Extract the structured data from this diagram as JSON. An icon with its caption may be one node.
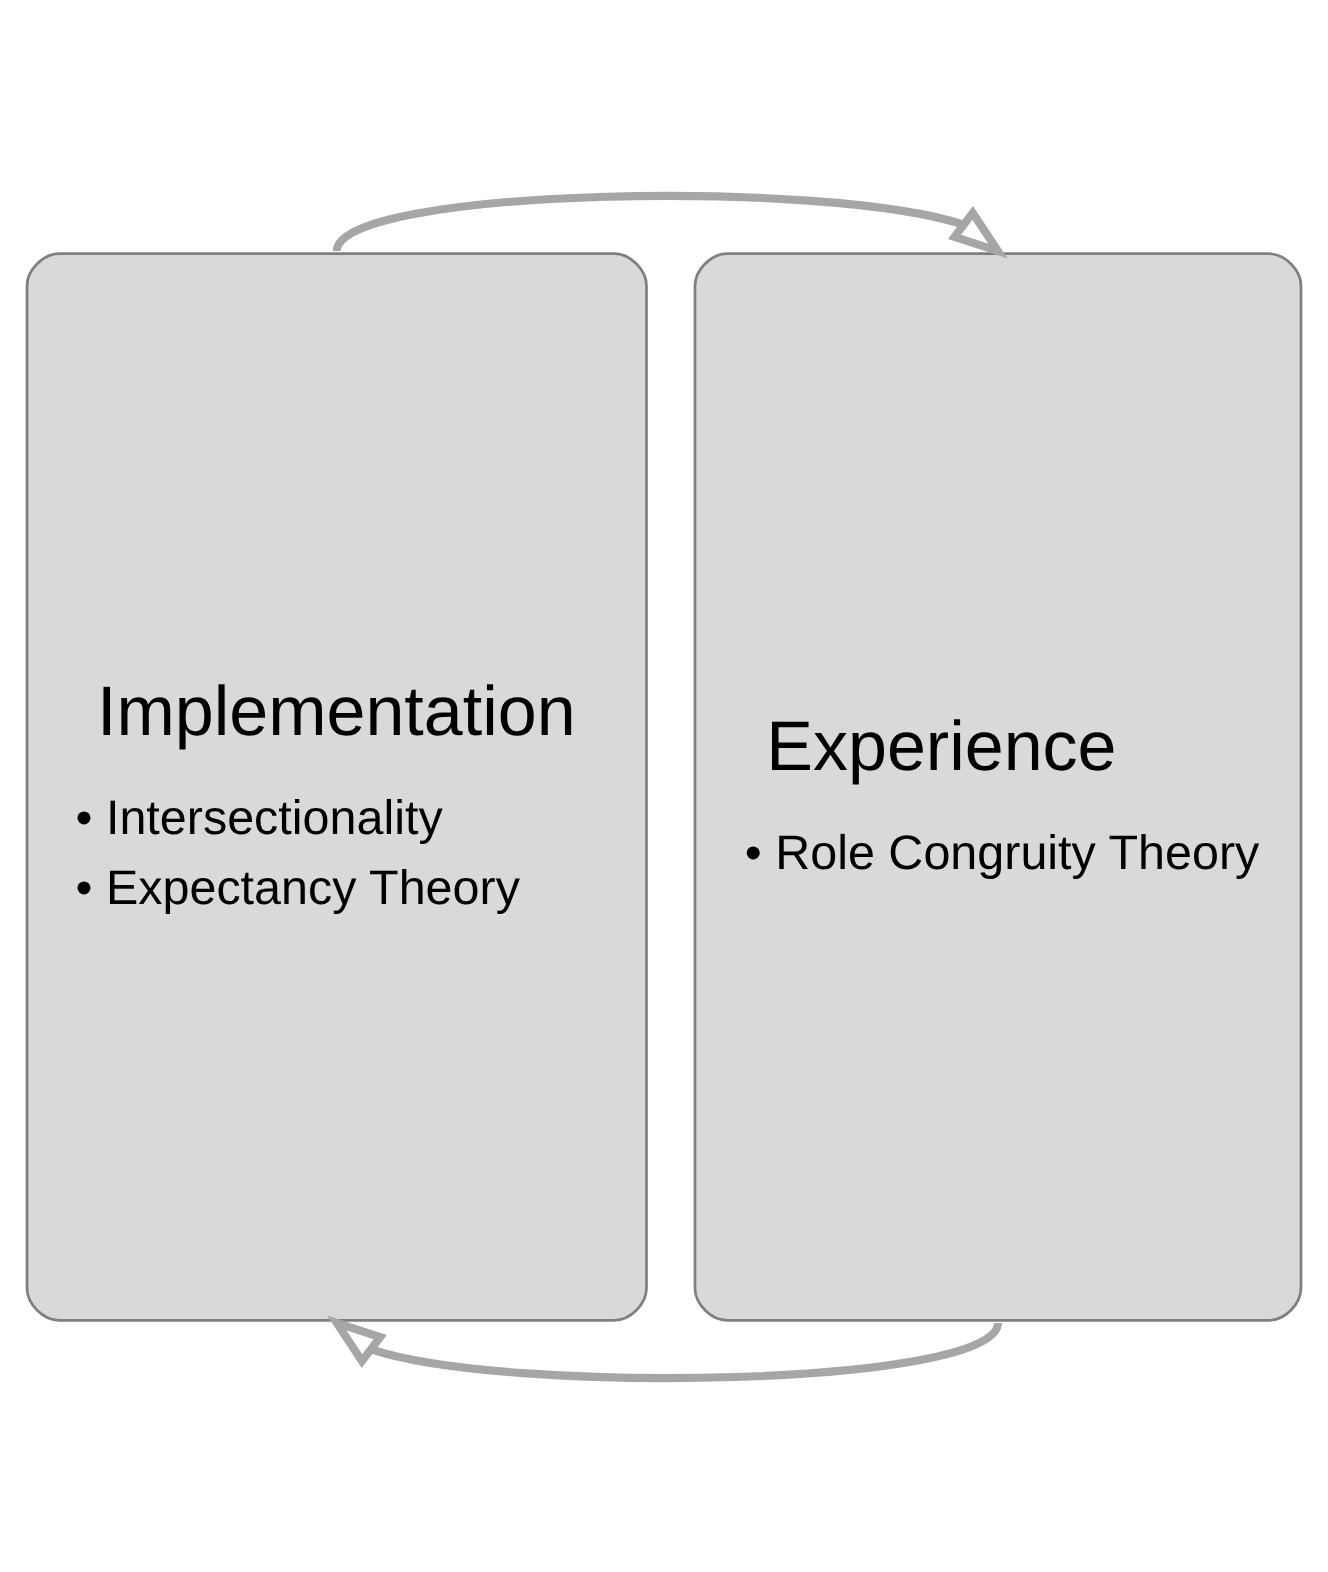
{
  "diagram": {
    "nodes": [
      {
        "text": [
          "Implementation",
          "• Intersectionality",
          "• Expectancy Theory"
        ]
      },
      {
        "text": [
          "Experience",
          "• Role Congruity Theory"
        ]
      }
    ],
    "edges": [
      {
        "from": 0,
        "to": 1,
        "arrow": "to"
      },
      {
        "from": 1,
        "to": 0,
        "arrow": "to"
      }
    ]
  }
}
